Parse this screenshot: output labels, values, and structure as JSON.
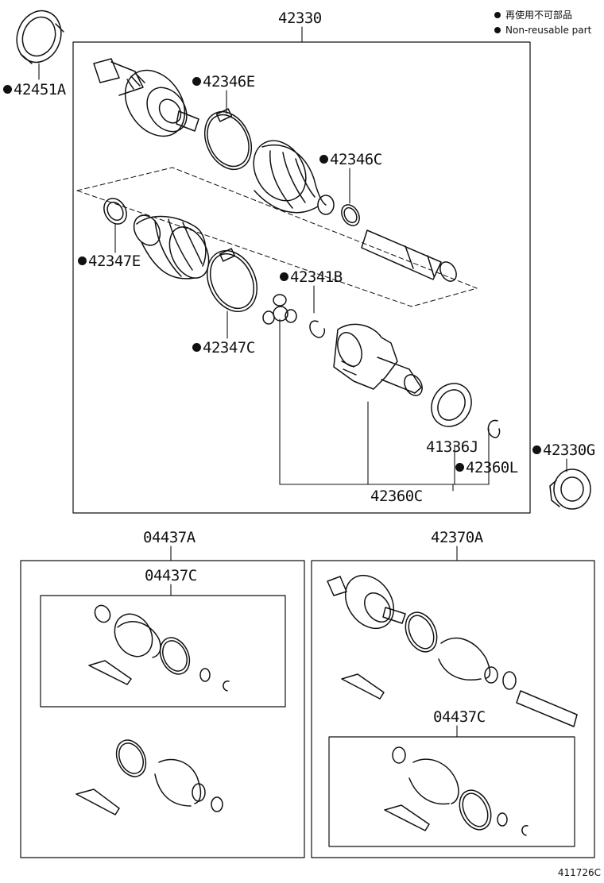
{
  "legend": {
    "jp": "再使用不可部品",
    "en": "Non-reusable part"
  },
  "diagram_code": "411726C",
  "labels": {
    "p42330": "42330",
    "p42451A": "42451A",
    "p42346E": "42346E",
    "p42346C": "42346C",
    "p42347E": "42347E",
    "p42341B": "42341B",
    "p42347C": "42347C",
    "p41336J": "41336J",
    "p42360L": "42360L",
    "p42360C": "42360C",
    "p42330G": "42330G",
    "p04437A": "04437A",
    "p04437C_left": "04437C",
    "p42370A": "42370A",
    "p04437C_right": "04437C"
  }
}
